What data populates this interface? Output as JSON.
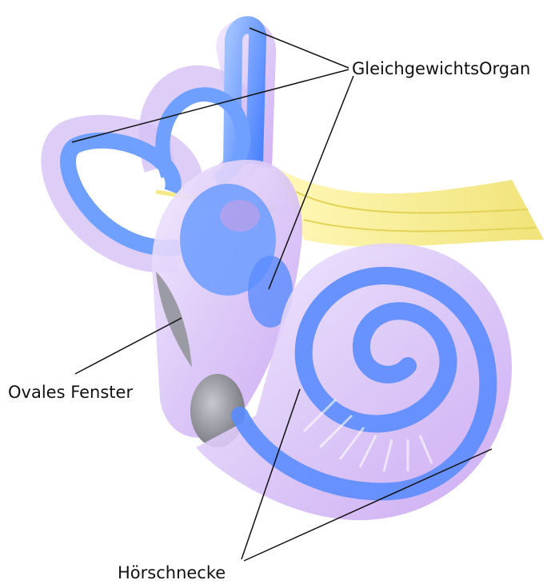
{
  "labels": {
    "balance_organ": "GleichgewichtsOrgan",
    "oval_window": "Ovales Fenster",
    "cochlea": "Hörschnecke"
  },
  "colors": {
    "background": "#ffffff",
    "canal_blue": "#5f93ff",
    "membrane_lilac": "#c9a3f2",
    "nerve_yellow": "#f6ef86",
    "oval_window_grey": "#8e8e97",
    "leader_line": "#111111"
  }
}
